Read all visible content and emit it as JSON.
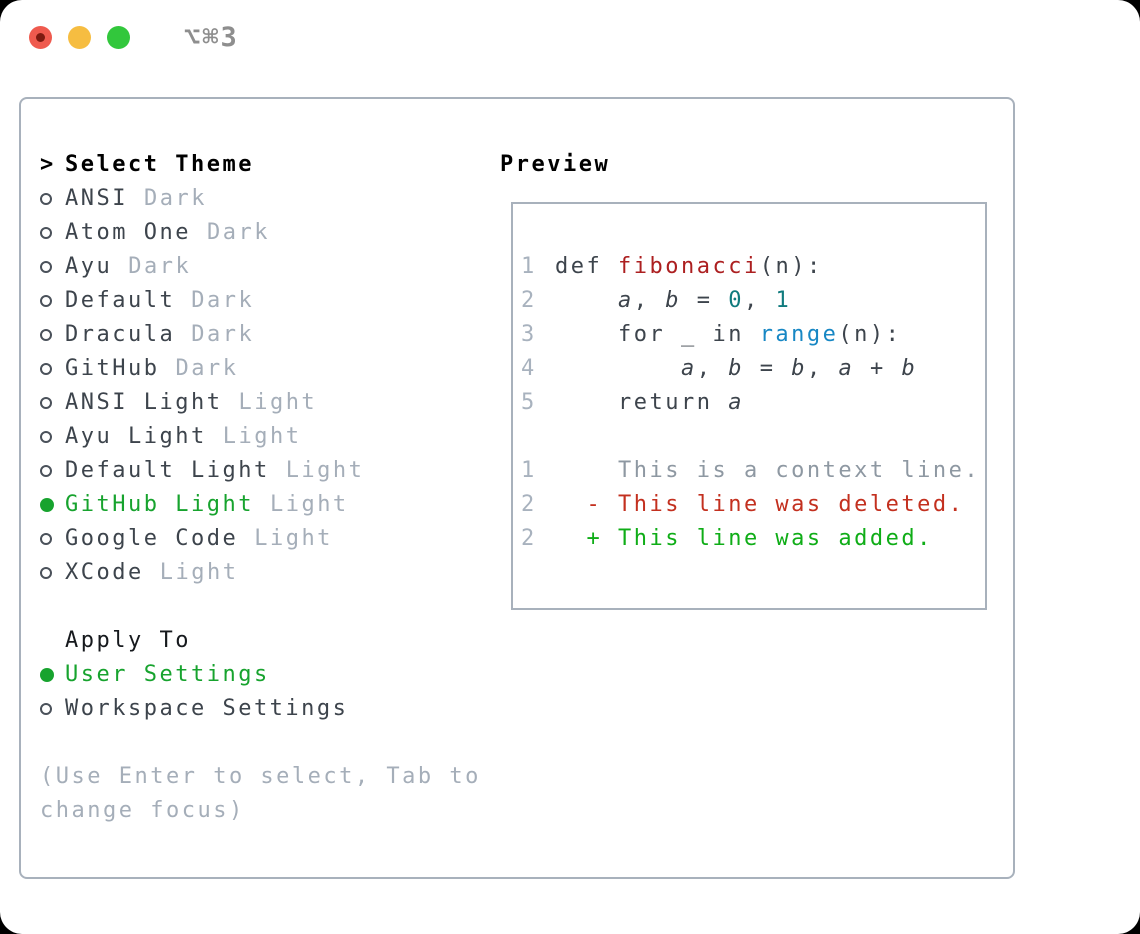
{
  "titlebar": {
    "shortcut": "⌥⌘3"
  },
  "theme_list": {
    "header": {
      "prefix": ">",
      "label": "Select Theme"
    },
    "items": [
      {
        "label": "ANSI",
        "tag": "Dark",
        "selected": false
      },
      {
        "label": "Atom One",
        "tag": "Dark",
        "selected": false
      },
      {
        "label": "Ayu",
        "tag": "Dark",
        "selected": false
      },
      {
        "label": "Default",
        "tag": "Dark",
        "selected": false
      },
      {
        "label": "Dracula",
        "tag": "Dark",
        "selected": false
      },
      {
        "label": "GitHub",
        "tag": "Dark",
        "selected": false
      },
      {
        "label": "ANSI Light",
        "tag": "Light",
        "selected": false
      },
      {
        "label": "Ayu Light",
        "tag": "Light",
        "selected": false
      },
      {
        "label": "Default Light",
        "tag": "Light",
        "selected": false
      },
      {
        "label": "GitHub Light",
        "tag": "Light",
        "selected": true
      },
      {
        "label": "Google Code",
        "tag": "Light",
        "selected": false
      },
      {
        "label": "XCode",
        "tag": "Light",
        "selected": false
      }
    ]
  },
  "apply_to": {
    "label": "Apply To",
    "options": [
      {
        "label": "User Settings",
        "selected": true
      },
      {
        "label": "Workspace Settings",
        "selected": false
      }
    ]
  },
  "hint": {
    "lines": [
      "(Use Enter to select, Tab to",
      "change focus)"
    ]
  },
  "preview": {
    "title": "Preview",
    "lines": [
      {
        "num": "1",
        "tokens": [
          {
            "t": "def ",
            "c": "fg"
          },
          {
            "t": "fibonacci",
            "c": "func"
          },
          {
            "t": "(n):",
            "c": "fg"
          }
        ]
      },
      {
        "num": "2",
        "tokens": [
          {
            "t": "    ",
            "c": "fg"
          },
          {
            "t": "a",
            "c": "var"
          },
          {
            "t": ", ",
            "c": "fg"
          },
          {
            "t": "b",
            "c": "var"
          },
          {
            "t": " = ",
            "c": "fg"
          },
          {
            "t": "0",
            "c": "num"
          },
          {
            "t": ", ",
            "c": "fg"
          },
          {
            "t": "1",
            "c": "num"
          }
        ]
      },
      {
        "num": "3",
        "tokens": [
          {
            "t": "    for _ in ",
            "c": "fg"
          },
          {
            "t": "range",
            "c": "call"
          },
          {
            "t": "(n):",
            "c": "fg"
          }
        ]
      },
      {
        "num": "4",
        "tokens": [
          {
            "t": "        ",
            "c": "fg"
          },
          {
            "t": "a",
            "c": "var"
          },
          {
            "t": ", ",
            "c": "fg"
          },
          {
            "t": "b",
            "c": "var"
          },
          {
            "t": " = ",
            "c": "fg"
          },
          {
            "t": "b",
            "c": "var"
          },
          {
            "t": ", ",
            "c": "fg"
          },
          {
            "t": "a",
            "c": "var"
          },
          {
            "t": " + ",
            "c": "fg"
          },
          {
            "t": "b",
            "c": "var"
          }
        ]
      },
      {
        "num": "5",
        "tokens": [
          {
            "t": "    return ",
            "c": "fg"
          },
          {
            "t": "a",
            "c": "var"
          }
        ]
      },
      {
        "num": "",
        "tokens": []
      },
      {
        "num": "1",
        "tokens": [
          {
            "t": "    This is a context line.",
            "c": "muted"
          }
        ]
      },
      {
        "num": "2",
        "tokens": [
          {
            "t": "  - This line was deleted.",
            "c": "del"
          }
        ]
      },
      {
        "num": "2",
        "tokens": [
          {
            "t": "  + This line was added.",
            "c": "add"
          }
        ]
      }
    ]
  },
  "colors": {
    "text": "#3d444c",
    "tag_muted": "#a5aeb9",
    "hint": "#a5aeb9",
    "selected_green": "#17a32e",
    "added_green": "#0fad17",
    "deleted_red": "#c3301f",
    "function_red": "#ac1f20",
    "builtin_blue": "#1787c4",
    "number_teal": "#107b7e",
    "gutter": "#a8b2be",
    "context_gray": "#8e98a2",
    "border": "#a8b1bc",
    "shortcut_gray": "#8e8e8e",
    "traffic_red": "#ef5a4e",
    "traffic_red_dot": "#7d1a10",
    "traffic_yellow": "#f6bd41",
    "traffic_green": "#32c73c"
  }
}
